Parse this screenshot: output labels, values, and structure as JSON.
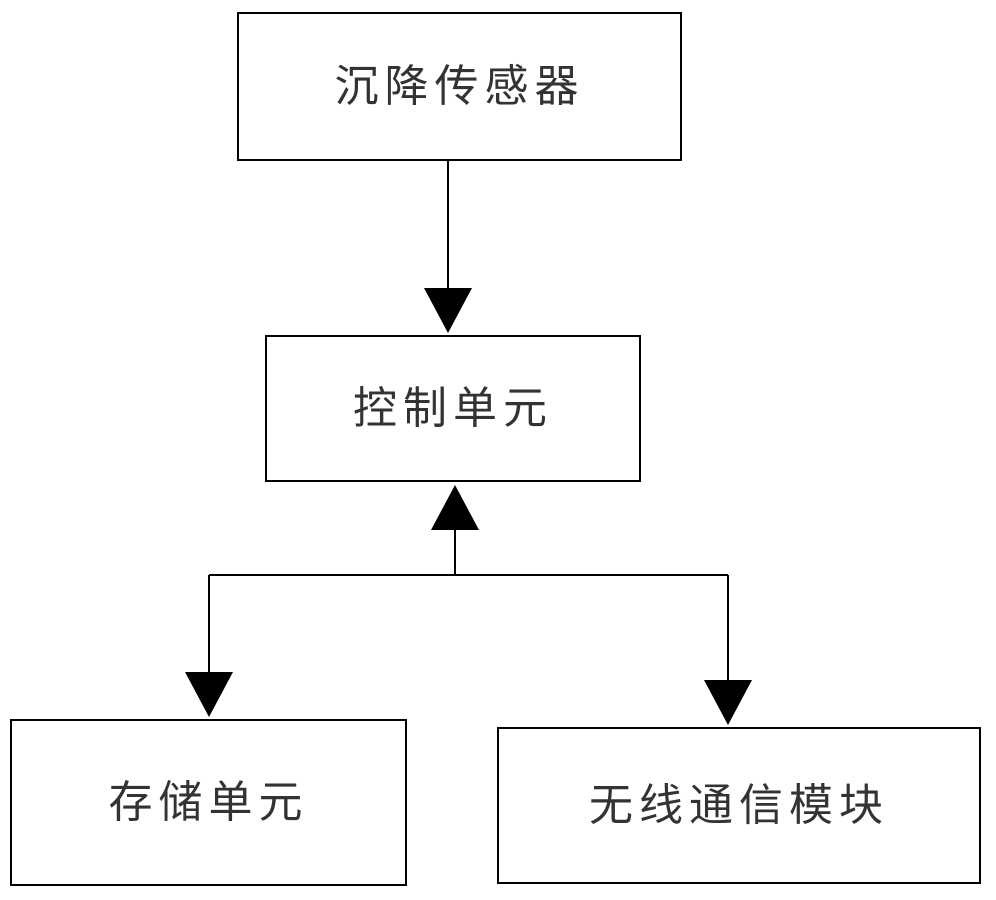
{
  "diagram": {
    "nodes": {
      "sensor": {
        "label": "沉降传感器"
      },
      "control": {
        "label": "控制单元"
      },
      "storage": {
        "label": "存储单元"
      },
      "wireless": {
        "label": "无线通信模块"
      }
    },
    "edges": [
      {
        "from": "sensor",
        "to": "control",
        "direction": "down"
      },
      {
        "from": "storage",
        "to": "control",
        "direction": "up",
        "shared_trunk": true
      },
      {
        "from": "control",
        "to": "storage",
        "direction": "down"
      },
      {
        "from": "control",
        "to": "wireless",
        "direction": "down"
      }
    ],
    "colors": {
      "line": "#000000",
      "text": "#333333",
      "background": "#ffffff"
    }
  }
}
